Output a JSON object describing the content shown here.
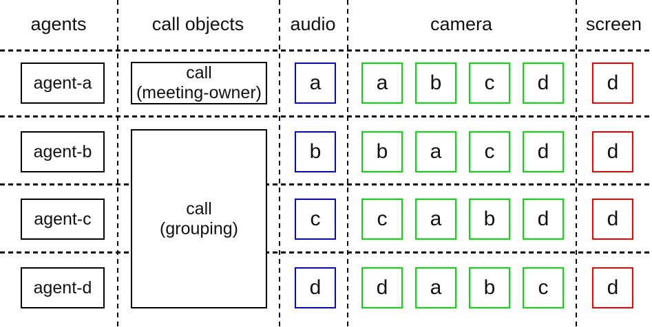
{
  "header": {
    "columns": [
      "agents",
      "call objects",
      "audio",
      "camera",
      "screen"
    ]
  },
  "colors": {
    "line": "#000000",
    "audio": "#0000ee",
    "camera": "#00e000",
    "screen": "#ee0000"
  },
  "call_objects": {
    "meeting_owner": {
      "line1": "call",
      "line2": "(meeting-owner)"
    },
    "grouping": {
      "line1": "call",
      "line2": "(grouping)"
    }
  },
  "rows": [
    {
      "agent": "agent-a",
      "audio": "a",
      "camera": [
        "a",
        "b",
        "c",
        "d"
      ],
      "screen": "d"
    },
    {
      "agent": "agent-b",
      "audio": "b",
      "camera": [
        "b",
        "a",
        "c",
        "d"
      ],
      "screen": "d"
    },
    {
      "agent": "agent-c",
      "audio": "c",
      "camera": [
        "c",
        "a",
        "b",
        "d"
      ],
      "screen": "d"
    },
    {
      "agent": "agent-d",
      "audio": "d",
      "camera": [
        "d",
        "a",
        "b",
        "c"
      ],
      "screen": "d"
    }
  ]
}
